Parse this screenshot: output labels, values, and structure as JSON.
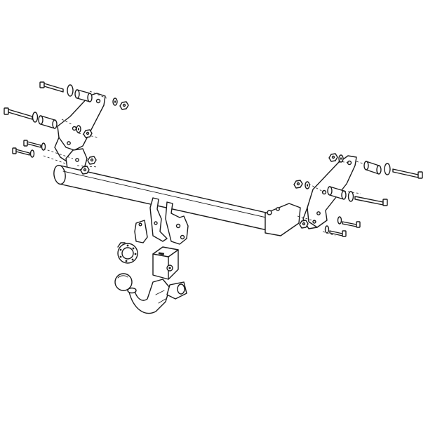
{
  "diagram": {
    "components": [
      "crossbar",
      "left-mounting-bracket",
      "right-mounting-bracket",
      "center-tow-brackets",
      "detachable-tow-ball",
      "lock-housing",
      "electrical-socket-plate",
      "bolts",
      "washers",
      "nuts",
      "spacer-sleeves"
    ]
  }
}
